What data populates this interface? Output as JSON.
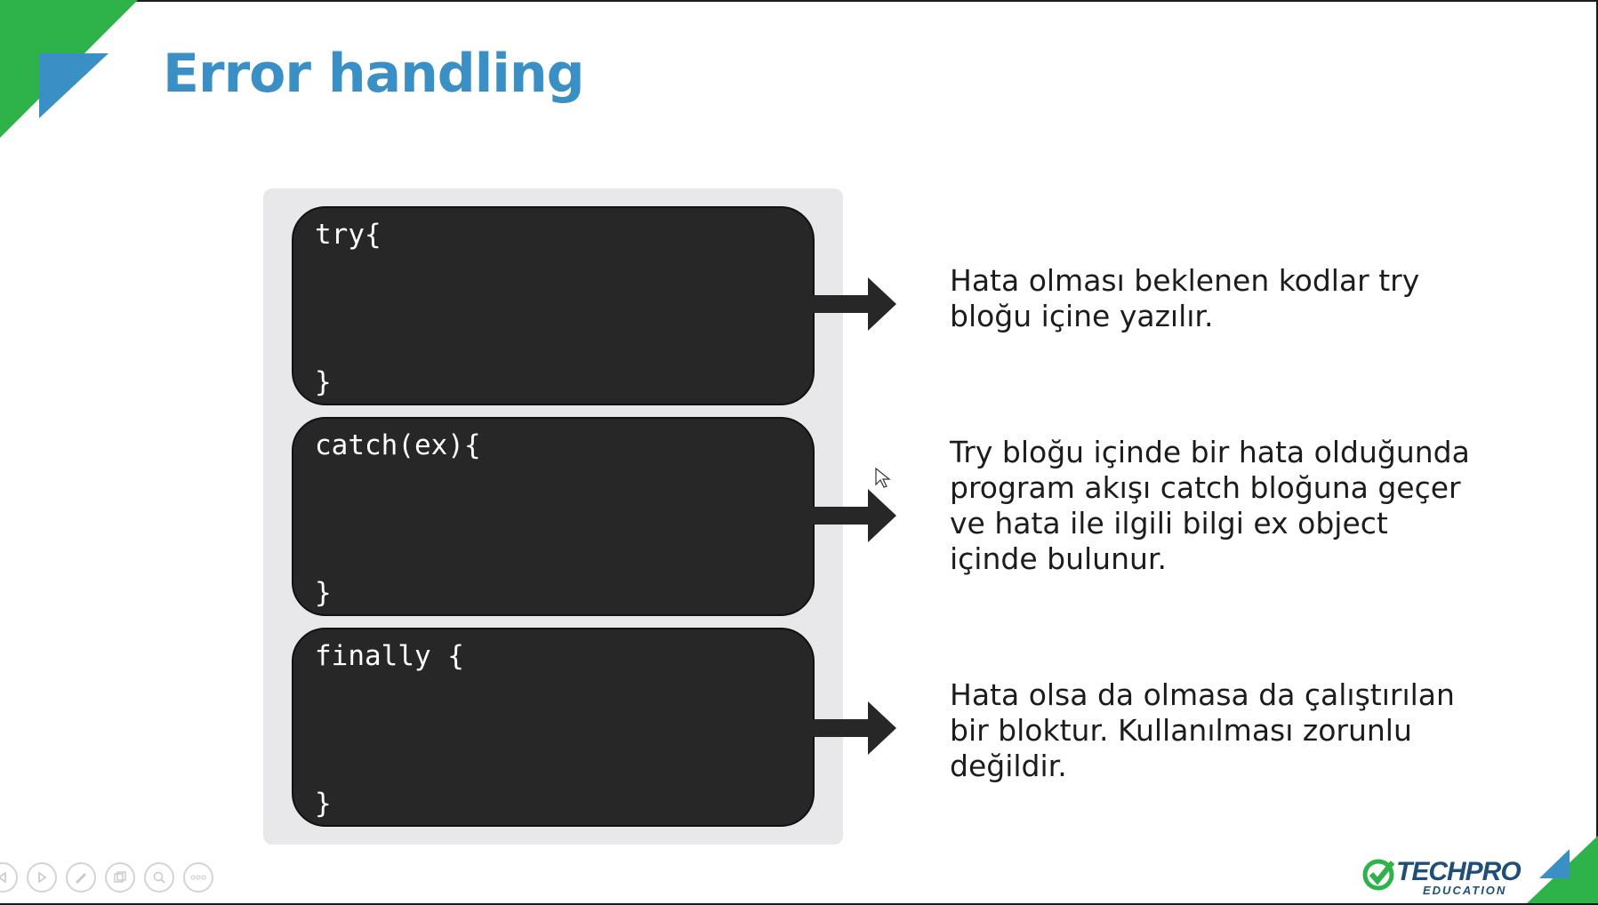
{
  "slide": {
    "title": "Error handling",
    "colors": {
      "title": "#3a8fc4",
      "accent_green": "#2db34a",
      "accent_blue": "#3a8fc4",
      "code_bg": "#272727",
      "panel_bg": "#e8e8ea"
    }
  },
  "blocks": [
    {
      "open": "try{",
      "close": "}",
      "description": "Hata olması beklenen kodlar try bloğu içine yazılır."
    },
    {
      "open": "catch(ex){",
      "close": "}",
      "description": "Try bloğu içinde bir hata olduğunda program akışı catch bloğuna geçer ve hata ile ilgili bilgi ex object içinde bulunur."
    },
    {
      "open": "finally {",
      "close": "}",
      "description": "Hata olsa da olmasa da çalıştırılan bir bloktur. Kullanılması zorunlu değildir."
    }
  ],
  "viewer_controls": [
    {
      "name": "previous-slide-button",
      "icon": "chevron-left-icon"
    },
    {
      "name": "next-slide-button",
      "icon": "chevron-right-icon"
    },
    {
      "name": "pen-tool-button",
      "icon": "pen-icon"
    },
    {
      "name": "slides-overview-button",
      "icon": "slides-icon"
    },
    {
      "name": "zoom-button",
      "icon": "magnifier-icon"
    },
    {
      "name": "more-options-button",
      "icon": "ellipsis-icon"
    }
  ],
  "logo": {
    "brand": "TECHPRO",
    "sub": "EDUCATION"
  }
}
